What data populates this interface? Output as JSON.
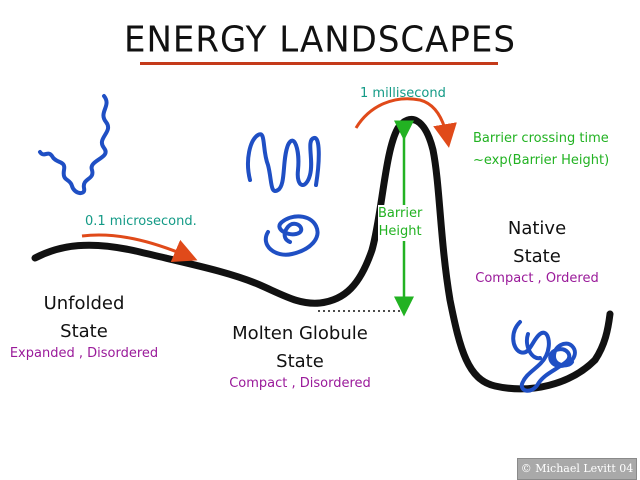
{
  "title": "ENERGY LANDSCAPES",
  "states": {
    "unfolded": {
      "name1": "Unfolded",
      "name2": "State",
      "desc": "Expanded , Disordered"
    },
    "molten": {
      "name1": "Molten Globule",
      "name2": "State",
      "desc": "Compact , Disordered"
    },
    "native": {
      "name1": "Native",
      "name2": "State",
      "desc": "Compact , Ordered"
    }
  },
  "timescales": {
    "first": "0.1 microsecond.",
    "barrier": "1 millisecond"
  },
  "barrier_height": {
    "line1": "Barrier",
    "line2": "Height"
  },
  "barrier_crossing": {
    "line1": "Barrier crossing time",
    "line2": "~exp(Barrier Height)"
  },
  "credit": "© Michael Levitt 04",
  "colors": {
    "curve": "#111111",
    "arrow": "#e04a1a",
    "protein": "#1f4fc4",
    "teal_text": "#139a86",
    "green": "#22b222",
    "purple_text": "#9a1a9a"
  }
}
